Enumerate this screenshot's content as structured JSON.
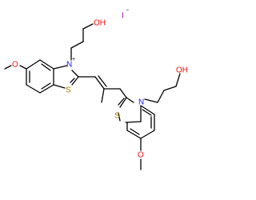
{
  "atoms": {
    "iodide": "I",
    "iodide_charge": "−",
    "hydroxyl_top": "OH",
    "hydroxyl_bottom": "OH",
    "nitrogen_top": "N",
    "nitrogen_top_charge": "+",
    "nitrogen_bottom": "N",
    "sulfur_top": "S",
    "sulfur_bottom": "S",
    "oxygen_methoxy_top": "O",
    "oxygen_methoxy_bottom": "O"
  },
  "colors": {
    "bond": "#000000",
    "sulfur": "#a07a00",
    "nitrogen": "#1a1aff",
    "oxygen": "#ff0d0d",
    "iodine": "#940094",
    "background": "#ffffff"
  }
}
